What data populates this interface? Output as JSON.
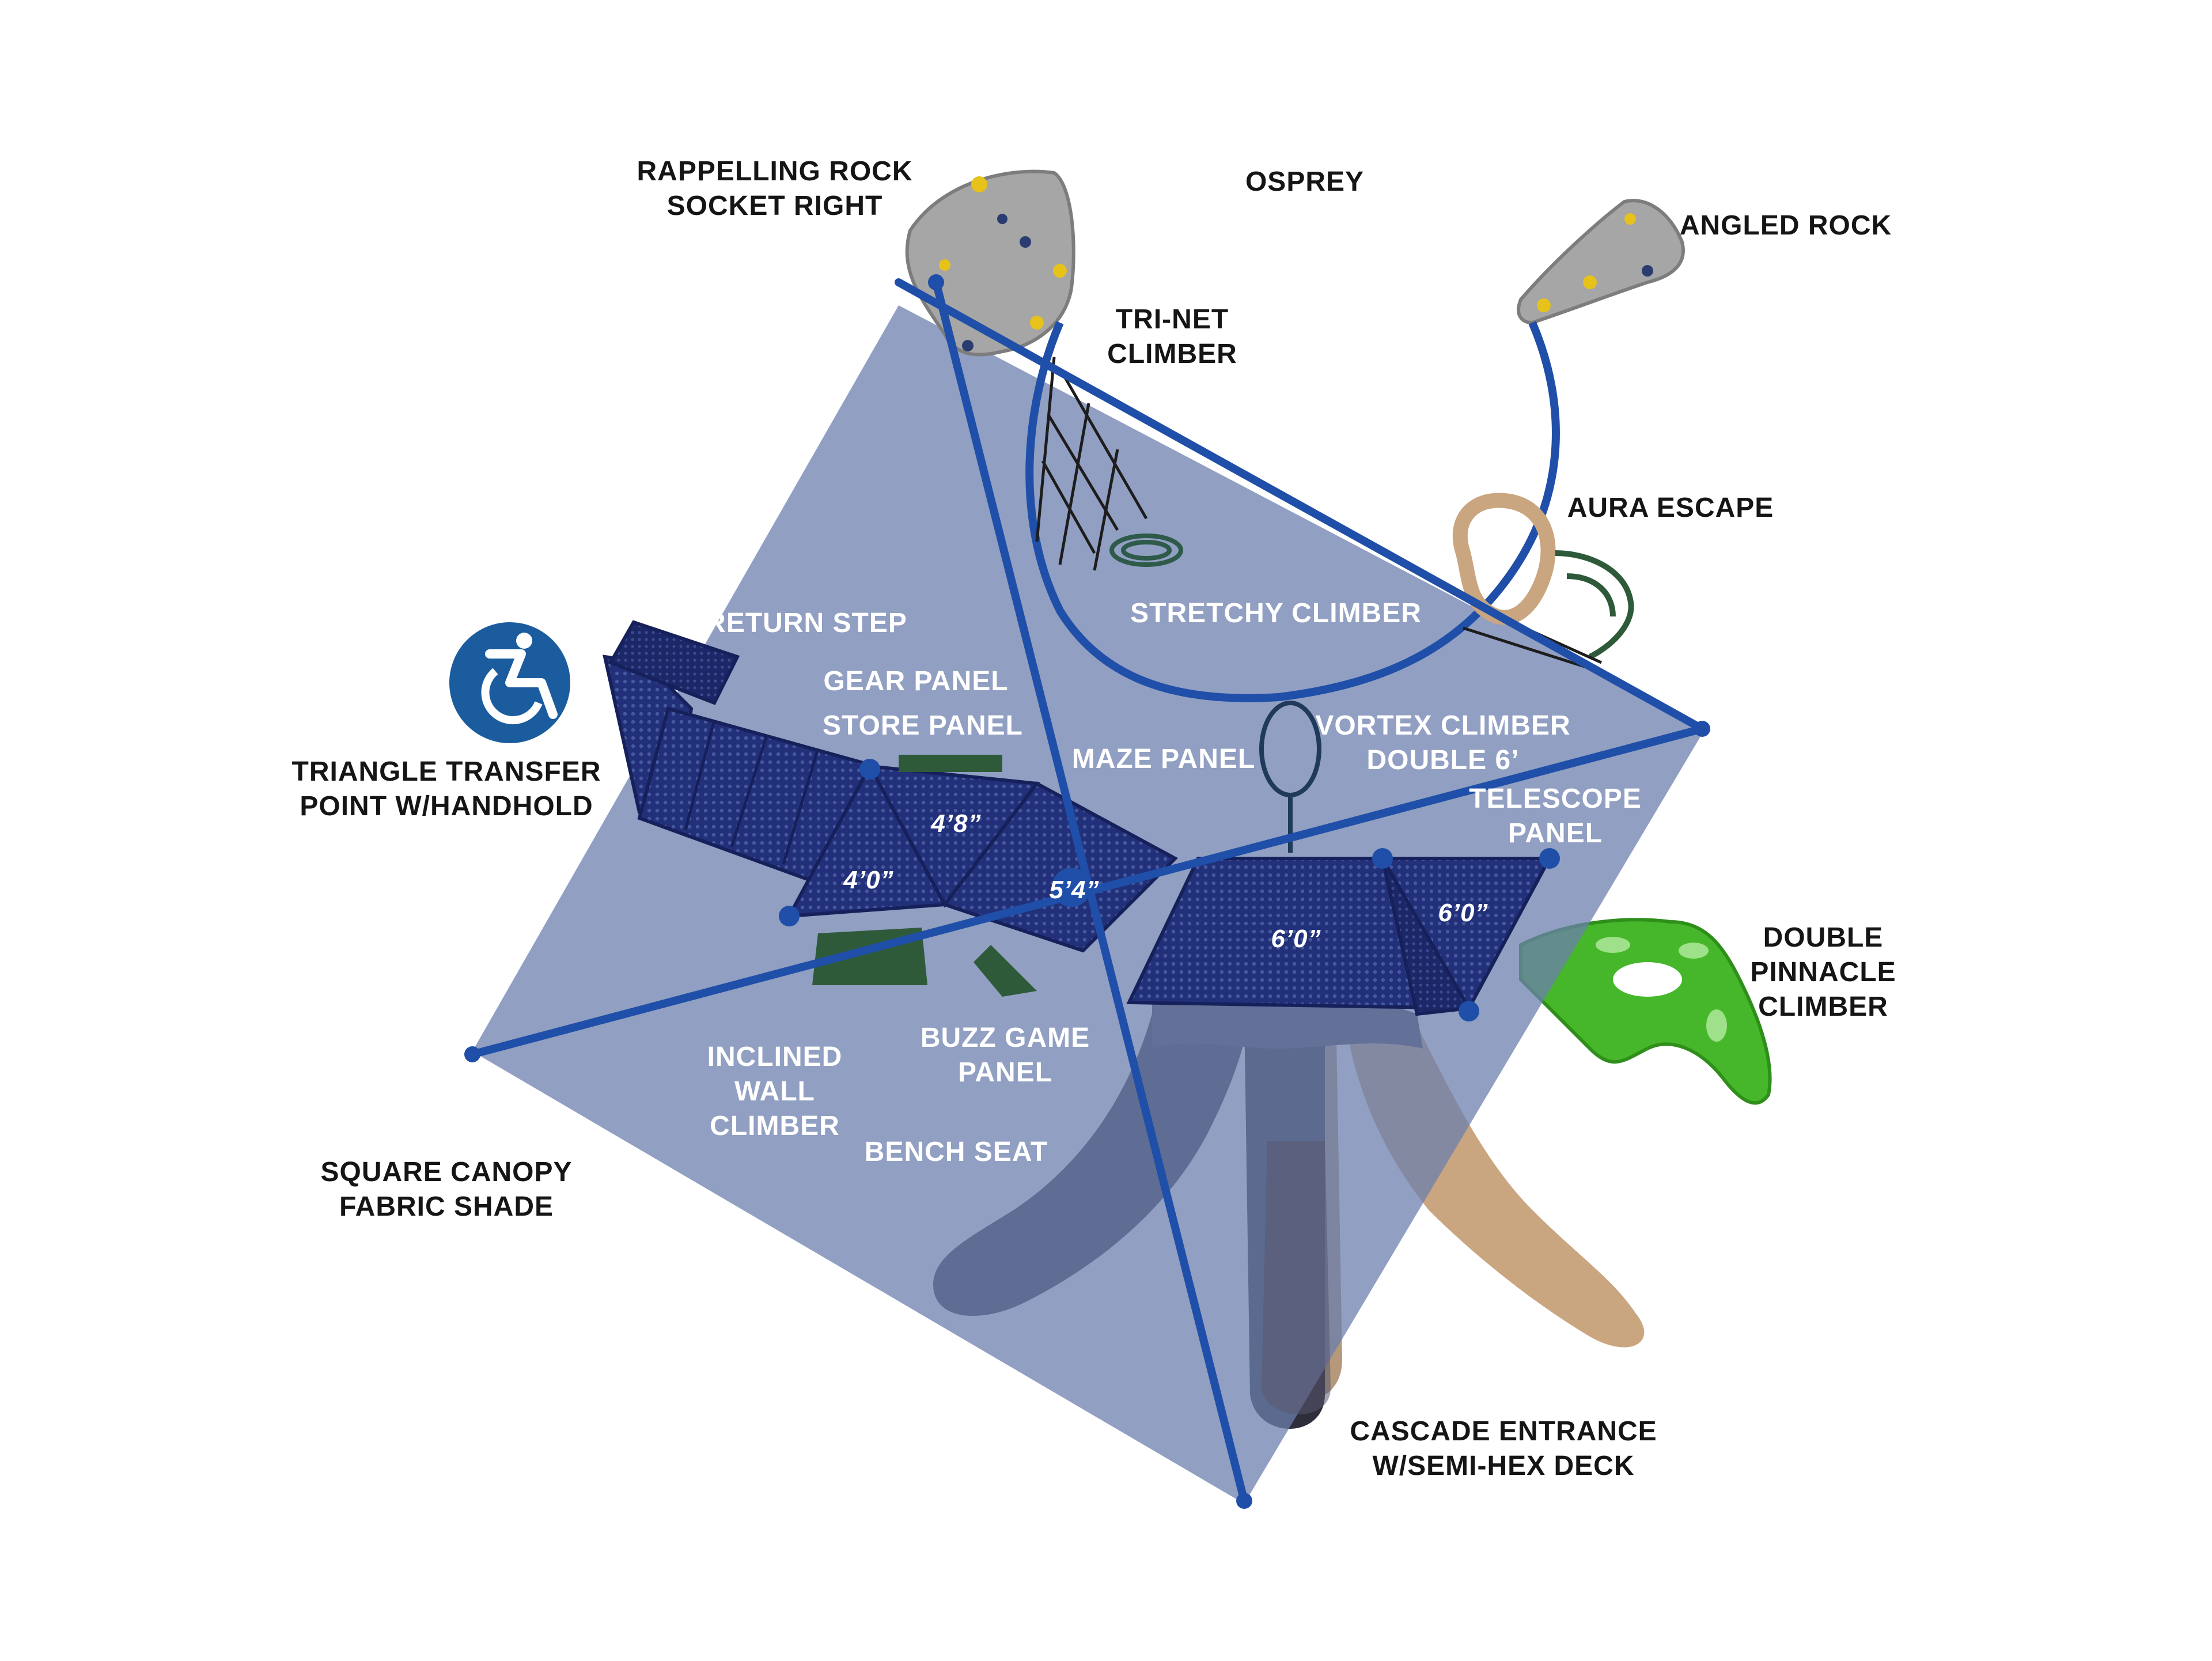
{
  "labels": {
    "osprey": "OSPREY",
    "rappelling_rock_1": "RAPPELLING ROCK",
    "rappelling_rock_2": "SOCKET RIGHT",
    "angled_rock": "ANGLED ROCK",
    "tri_net_1": "TRI-NET",
    "tri_net_2": "CLIMBER",
    "aura_escape": "AURA ESCAPE",
    "stretchy_climber": "STRETCHY CLIMBER",
    "return_step": "RETURN STEP",
    "gear_panel": "GEAR PANEL",
    "store_panel": "STORE PANEL",
    "maze_panel": "MAZE PANEL",
    "vortex_1": "VORTEX CLIMBER",
    "vortex_2": "DOUBLE 6’",
    "telescope_1": "TELESCOPE",
    "telescope_2": "PANEL",
    "triangle_1": "TRIANGLE TRANSFER",
    "triangle_2": "POINT W/HANDHOLD",
    "double_pinnacle_1": "DOUBLE",
    "double_pinnacle_2": "PINNACLE",
    "double_pinnacle_3": "CLIMBER",
    "inclined_1": "INCLINED",
    "inclined_2": "WALL",
    "inclined_3": "CLIMBER",
    "buzz_1": "BUZZ GAME",
    "buzz_2": "PANEL",
    "bench_seat": "BENCH SEAT",
    "square_canopy_1": "SQUARE CANOPY",
    "square_canopy_2": "FABRIC SHADE",
    "cascade_1": "CASCADE ENTRANCE",
    "cascade_2": "W/SEMI-HEX DECK"
  },
  "deck_heights": {
    "deck_4_0": "4’0”",
    "deck_4_8": "4’8”",
    "deck_5_4": "5’4”",
    "deck_6_0_center": "6’0”",
    "deck_6_0_right": "6’0”"
  },
  "colors": {
    "canopy": "#8d9cc0",
    "frame_blue": "#1f4fa8",
    "deck_navy": "#1f2c6e",
    "slide_tan": "#c9a680",
    "slide_dark": "#3b3a4a",
    "climber_green": "#46b72a",
    "rock_gray": "#a6a6a6",
    "accessibility_blue": "#1b5c9e"
  },
  "icons": {
    "accessibility": "wheelchair-icon"
  }
}
